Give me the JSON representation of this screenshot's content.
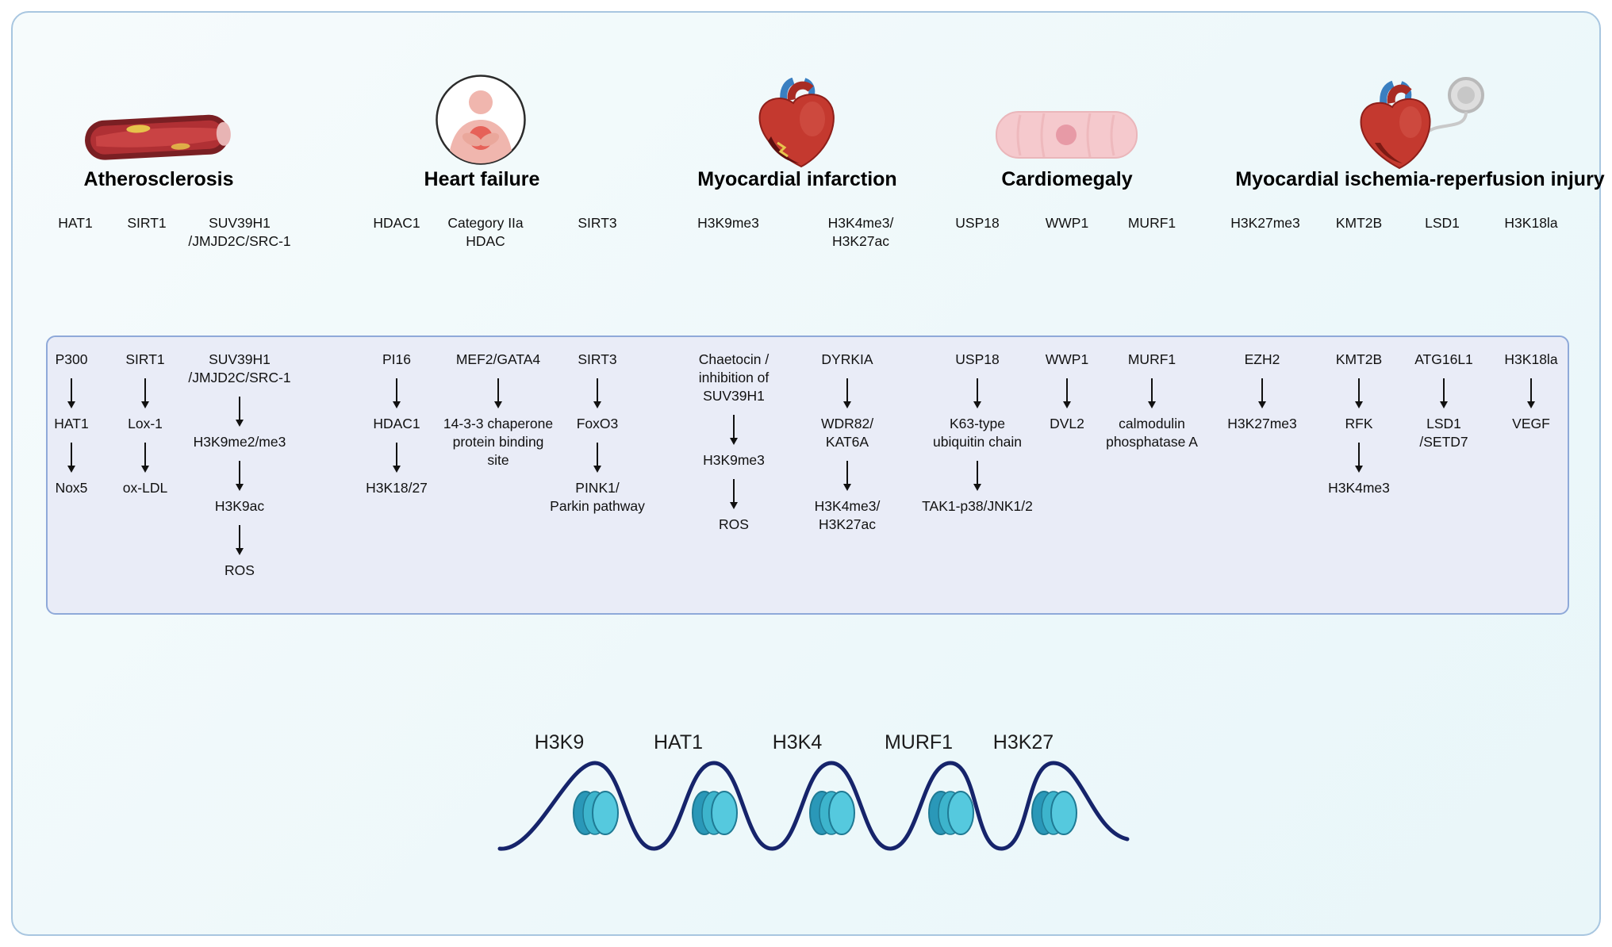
{
  "diseases": [
    {
      "title": "Atherosclerosis",
      "icon": "blood-vessel"
    },
    {
      "title": "Heart failure",
      "icon": "person-chest-pain"
    },
    {
      "title": "Myocardial infarction",
      "icon": "infarcted-heart"
    },
    {
      "title": "Cardiomegaly",
      "icon": "cardiac-muscle"
    },
    {
      "title": "Myocardial ischemia-reperfusion injury",
      "icon": "heart-with-pacemaker"
    }
  ],
  "top_labels": [
    "HAT1",
    "SIRT1",
    "SUV39H1\n/JMJD2C/SRC-1",
    "HDAC1",
    "Category IIa\nHDAC",
    "SIRT3",
    "H3K9me3",
    "H3K4me3/\nH3K27ac",
    "USP18",
    "WWP1",
    "MURF1",
    "H3K27me3",
    "KMT2B",
    "LSD1",
    "H3K18la"
  ],
  "pathways": [
    {
      "steps": [
        "P300",
        "HAT1",
        "Nox5"
      ]
    },
    {
      "steps": [
        "SIRT1",
        "Lox-1",
        "ox-LDL"
      ]
    },
    {
      "steps": [
        "SUV39H1\n/JMJD2C/SRC-1",
        "H3K9me2/me3",
        "H3K9ac",
        "ROS"
      ]
    },
    {
      "steps": [
        "PI16",
        "HDAC1",
        "H3K18/27"
      ]
    },
    {
      "steps": [
        "MEF2/GATA4",
        "14-3-3 chaperone\nprotein binding\nsite"
      ]
    },
    {
      "steps": [
        "SIRT3",
        "FoxO3",
        "PINK1/\nParkin pathway"
      ]
    },
    {
      "steps": [
        "Chaetocin /\ninhibition of\nSUV39H1",
        "H3K9me3",
        "ROS"
      ]
    },
    {
      "steps": [
        "DYRKIA",
        "WDR82/\nKAT6A",
        "H3K4me3/\nH3K27ac"
      ]
    },
    {
      "steps": [
        "USP18",
        "K63-type\nubiquitin chain",
        "TAK1-p38/JNK1/2"
      ]
    },
    {
      "steps": [
        "WWP1",
        "DVL2"
      ]
    },
    {
      "steps": [
        "MURF1",
        "calmodulin\nphosphatase A"
      ]
    },
    {
      "steps": [
        "EZH2",
        "H3K27me3"
      ]
    },
    {
      "steps": [
        "KMT2B",
        "RFK",
        "H3K4me3"
      ]
    },
    {
      "steps": [
        "ATG16L1",
        "LSD1\n/SETD7"
      ]
    },
    {
      "steps": [
        "H3K18la",
        "VEGF"
      ]
    }
  ],
  "nucleosomes": [
    "H3K9",
    "HAT1",
    "H3K4",
    "MURF1",
    "H3K27"
  ],
  "colors": {
    "panel_bg": "#edf8fa",
    "box_bg": "#e9ecf7",
    "box_border": "#8fa9d9",
    "outer_border": "#a8c6e0",
    "nucleosome_teal": "#3db4cc",
    "dna_strand": "#16246b",
    "text": "#111111"
  }
}
